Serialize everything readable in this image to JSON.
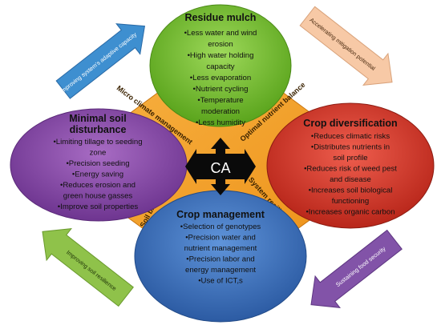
{
  "center_label": "CA",
  "components": {
    "residue_mulch": {
      "title": "Residue mulch",
      "items": [
        "•Less water and wind",
        "erosion",
        "•High water holding",
        "capacity",
        "•Less evaporation",
        "•Nutrient cycling",
        "•Temperature",
        "moderation",
        "•Less humidity"
      ],
      "color": "#6fbf2a"
    },
    "minimal_soil_disturbance": {
      "title_lines": [
        "Minimal soil",
        "disturbance"
      ],
      "items": [
        "•Limiting tillage to seeding",
        "zone",
        "•Precision seeding",
        "•Energy saving",
        "•Reduces erosion and",
        "green house gasses",
        "•Improve soil properties"
      ],
      "color": "#8a4aa6"
    },
    "crop_diversification": {
      "title": "Crop diversification",
      "items": [
        "•Reduces climatic risks",
        "•Distributes nutrients in",
        "soil profile",
        "•Reduces risk of weed pest",
        "and disease",
        "•Increases soil biological",
        "functioning",
        "•Increases organic carbon"
      ],
      "color": "#d7382a"
    },
    "crop_management": {
      "title": "Crop management",
      "items": [
        "•Selection of genotypes",
        "•Precision water and",
        "nutrient management",
        "•Precision labor and",
        "energy management",
        "•Use of ICT,s"
      ],
      "color": "#3d73bf"
    }
  },
  "diamond_labels": {
    "micro_climate": "Micro climate management",
    "optimal_nutrient": "Optimal nutrient balance",
    "soil_biodiversity": "Soil biodiversity",
    "system_resilience": "System resilience"
  },
  "corner_arrows": {
    "top_left": "Improving system's adaptive capacity",
    "top_right": "Accelerating mitigation potential",
    "bottom_left": "Improving soil resilience",
    "bottom_right": "Sustaining food security"
  },
  "colors": {
    "diamond": "#f4a124",
    "arrow_blue": "#3e8fd0",
    "arrow_peach": "#f7c9a6",
    "arrow_green": "#8fc24a",
    "arrow_purple": "#8253a8"
  }
}
